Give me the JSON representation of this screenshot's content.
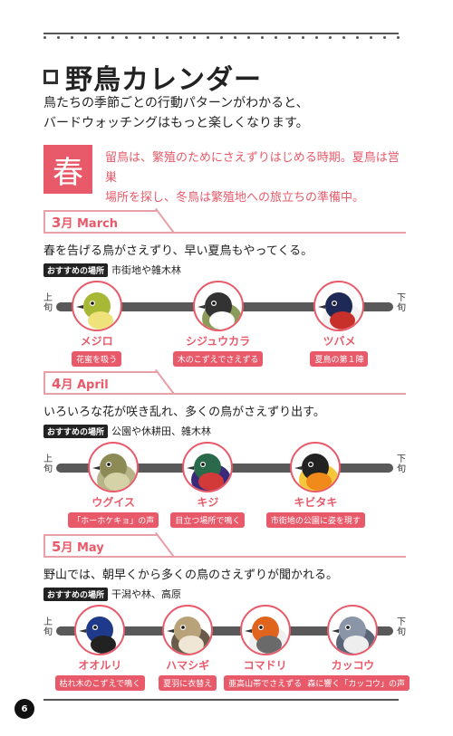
{
  "header": {
    "title": "野鳥カレンダー"
  },
  "intro": {
    "line1": "鳥たちの季節ごとの行動パターンがわかると、",
    "line2": "バードウォッチングはもっと楽しくなります。"
  },
  "season": {
    "label": "春",
    "line1": "留鳥は、繁殖のためにさえずりはじめる時期。夏鳥は営巣",
    "line2": "場所を探し、冬鳥は繁殖地への旅立ちの準備中。"
  },
  "common": {
    "recommend_tag": "おすすめの場所",
    "left_edge": "上旬",
    "right_edge": "下旬"
  },
  "months": [
    {
      "num": "3",
      "unit": "月",
      "en": "March",
      "desc": "春を告げる鳥がさえずり、早い夏鳥もやってくる。",
      "place": "市街地や雑木林",
      "birds": [
        {
          "name": "メジロ",
          "note": "花蜜を吸う",
          "pos": 0.12,
          "icon": "mejiro-bird-icon"
        },
        {
          "name": "シジュウカラ",
          "note": "木のこずえでさえずる",
          "pos": 0.48,
          "icon": "shijukara-bird-icon"
        },
        {
          "name": "ツバメ",
          "note": "夏鳥の第１陣",
          "pos": 0.84,
          "icon": "tsubame-bird-icon"
        }
      ]
    },
    {
      "num": "4",
      "unit": "月",
      "en": "April",
      "desc": "いろいろな花が咲き乱れ、多くの鳥がさえずり出す。",
      "place": "公園や休耕田、雑木林",
      "birds": [
        {
          "name": "ウグイス",
          "note": "「ホーホケキョ」の声",
          "pos": 0.17,
          "icon": "uguisu-bird-icon"
        },
        {
          "name": "キジ",
          "note": "目立つ場所で鳴く",
          "pos": 0.45,
          "icon": "kiji-bird-icon"
        },
        {
          "name": "キビタキ",
          "note": "市街地の公園に姿を現す",
          "pos": 0.77,
          "icon": "kibitaki-bird-icon"
        }
      ]
    },
    {
      "num": "5",
      "unit": "月",
      "en": "May",
      "desc": "野山では、朝早くから多くの鳥のさえずりが聞かれる。",
      "place": "干潟や林、高原",
      "birds": [
        {
          "name": "オオルリ",
          "note": "枯れ木のこずえで鳴く",
          "pos": 0.13,
          "icon": "ooruri-bird-icon"
        },
        {
          "name": "ハマシギ",
          "note": "夏羽に衣替え",
          "pos": 0.39,
          "icon": "hamashigi-bird-icon"
        },
        {
          "name": "コマドリ",
          "note": "亜高山帯でさえずる",
          "pos": 0.62,
          "icon": "komadori-bird-icon"
        },
        {
          "name": "カッコウ",
          "note": "森に響く「カッコウ」の声",
          "pos": 0.88,
          "icon": "kakkou-bird-icon"
        }
      ]
    }
  ],
  "page_number": "6",
  "colors": {
    "accent": "#e85a6a",
    "timeline": "#595959"
  }
}
